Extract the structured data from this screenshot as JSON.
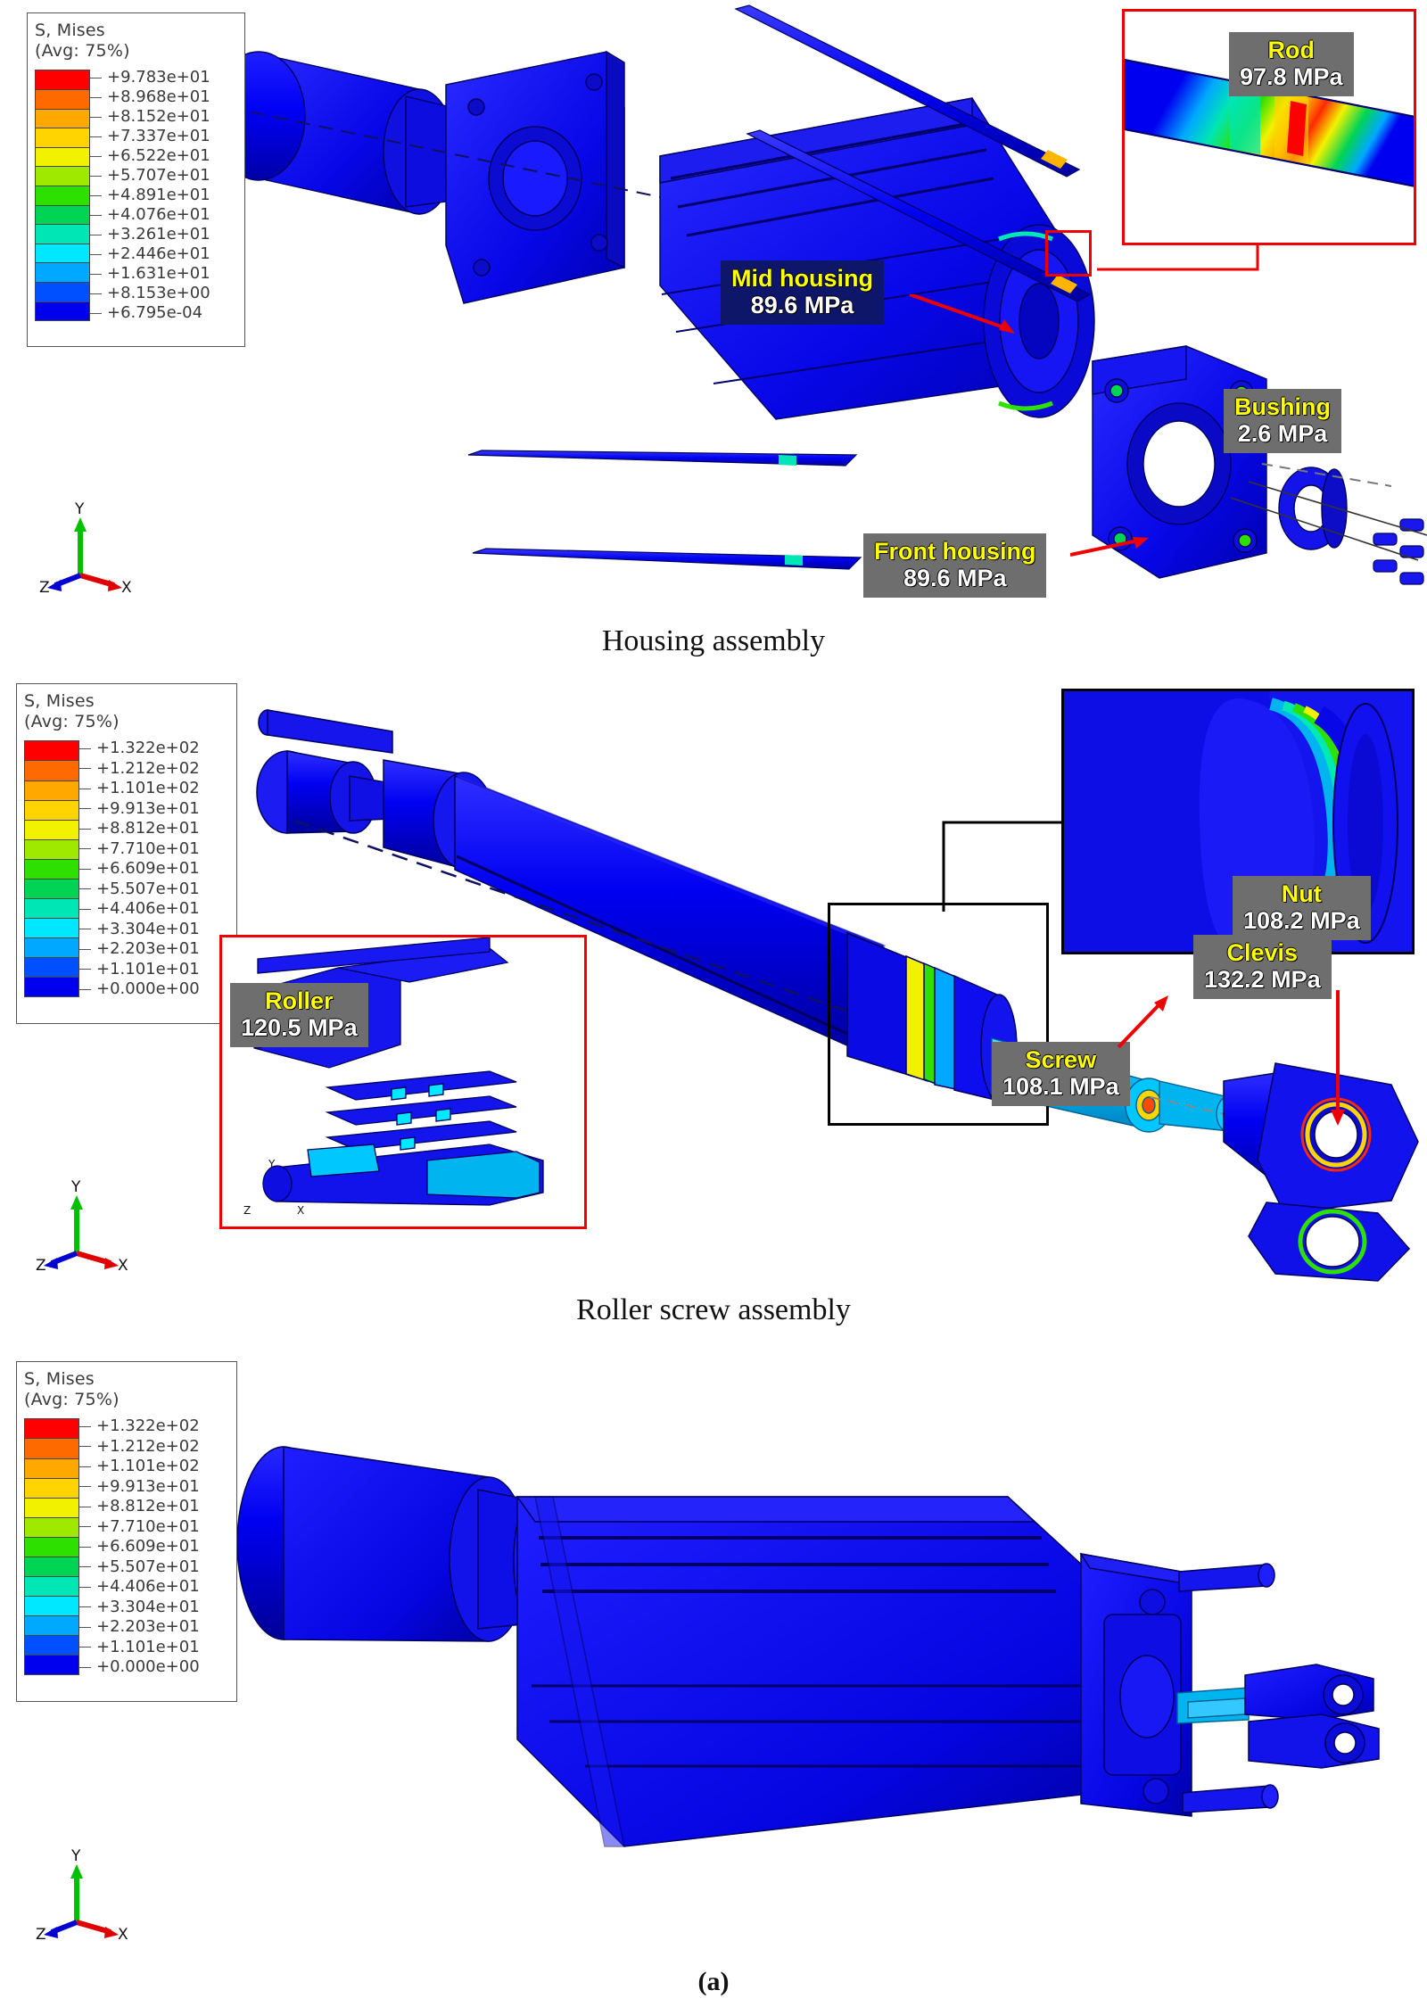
{
  "figure": {
    "subfigure_label": "(a)",
    "captions": [
      {
        "text": "Housing assembly"
      },
      {
        "text": "Roller screw assembly"
      }
    ]
  },
  "legends": [
    {
      "id": "legend-housing",
      "title_line1": "S, Mises",
      "title_line2": "(Avg: 75%)",
      "ticks": [
        "+9.783e+01",
        "+8.968e+01",
        "+8.152e+01",
        "+7.337e+01",
        "+6.522e+01",
        "+5.707e+01",
        "+4.891e+01",
        "+4.076e+01",
        "+3.261e+01",
        "+2.446e+01",
        "+1.631e+01",
        "+8.153e+00",
        "+6.795e-04"
      ],
      "colors": [
        "#ff0000",
        "#ff6a00",
        "#ffa800",
        "#ffd400",
        "#f2f200",
        "#9fe800",
        "#2ee000",
        "#00d455",
        "#00e6b4",
        "#00e8ff",
        "#00a8ff",
        "#0050ff",
        "#0000ee"
      ]
    },
    {
      "id": "legend-roller",
      "title_line1": "S, Mises",
      "title_line2": "(Avg: 75%)",
      "ticks": [
        "+1.322e+02",
        "+1.212e+02",
        "+1.101e+02",
        "+9.913e+01",
        "+8.812e+01",
        "+7.710e+01",
        "+6.609e+01",
        "+5.507e+01",
        "+4.406e+01",
        "+3.304e+01",
        "+2.203e+01",
        "+1.101e+01",
        "+0.000e+00"
      ],
      "colors": [
        "#ff0000",
        "#ff6a00",
        "#ffa800",
        "#ffd400",
        "#f2f200",
        "#9fe800",
        "#2ee000",
        "#00d455",
        "#00e6b4",
        "#00e8ff",
        "#00a8ff",
        "#0050ff",
        "#0000ee"
      ]
    },
    {
      "id": "legend-assembled",
      "title_line1": "S, Mises",
      "title_line2": "(Avg: 75%)",
      "ticks": [
        "+1.322e+02",
        "+1.212e+02",
        "+1.101e+02",
        "+9.913e+01",
        "+8.812e+01",
        "+7.710e+01",
        "+6.609e+01",
        "+5.507e+01",
        "+4.406e+01",
        "+3.304e+01",
        "+2.203e+01",
        "+1.101e+01",
        "+0.000e+00"
      ],
      "colors": [
        "#ff0000",
        "#ff6a00",
        "#ffa800",
        "#ffd400",
        "#f2f200",
        "#9fe800",
        "#2ee000",
        "#00d455",
        "#00e6b4",
        "#00e8ff",
        "#00a8ff",
        "#0050ff",
        "#0000ee"
      ]
    }
  ],
  "triads": {
    "x_label": "X",
    "y_label": "Y",
    "z_label": "Z",
    "x_color": "#e00000",
    "y_color": "#00c000",
    "z_color": "#0000d0"
  },
  "callouts": [
    {
      "id": "rod",
      "name": "Rod",
      "value": "97.8 MPa",
      "style": "gray"
    },
    {
      "id": "mid-housing",
      "name": "Mid housing",
      "value": "89.6 MPa",
      "style": "navy"
    },
    {
      "id": "bushing",
      "name": "Bushing",
      "value": "2.6 MPa",
      "style": "gray"
    },
    {
      "id": "front-housing",
      "name": "Front housing",
      "value": "89.6 MPa",
      "style": "gray"
    },
    {
      "id": "nut",
      "name": "Nut",
      "value": "108.2 MPa",
      "style": "gray"
    },
    {
      "id": "clevis",
      "name": "Clevis",
      "value": "132.2 MPa",
      "style": "gray"
    },
    {
      "id": "screw",
      "name": "Screw",
      "value": "108.1 MPa",
      "style": "gray"
    },
    {
      "id": "roller",
      "name": "Roller",
      "value": "120.5 MPa",
      "style": "gray"
    }
  ],
  "colors": {
    "base_blue": "#0000f0",
    "mid_blue": "#1414d8",
    "dark_edge": "#000080",
    "cyan": "#00b8f0",
    "hot_red": "#ff0000",
    "hot_yellow": "#f2f200",
    "hot_green": "#2ee000",
    "inset_border_red": "#ef0000",
    "inset_border_black": "#000000"
  }
}
